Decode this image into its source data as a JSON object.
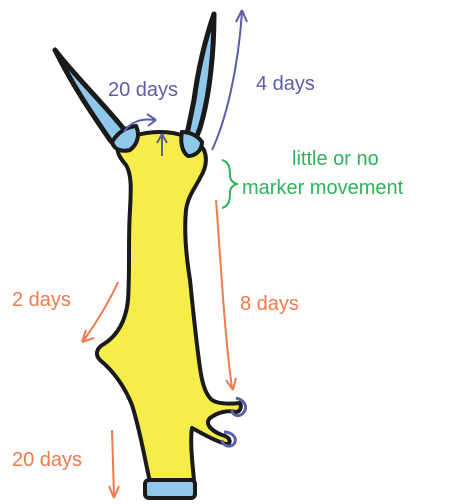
{
  "colors": {
    "body_fill": "#f7ed4a",
    "cap_fill": "#8fc8ea",
    "outline": "#1a1a1a",
    "blue_arrow": "#5b5ea8",
    "green_text": "#2db35a",
    "orange_arrow": "#f07a4e"
  },
  "labels": {
    "top_left": "20 days",
    "top_right": "4 days",
    "middle_line1": "little or no",
    "middle_line2": "marker movement",
    "left_upper": "2 days",
    "right_lower": "8 days",
    "bottom_left": "20 days"
  },
  "icons": {
    "brace": "right-brace"
  }
}
